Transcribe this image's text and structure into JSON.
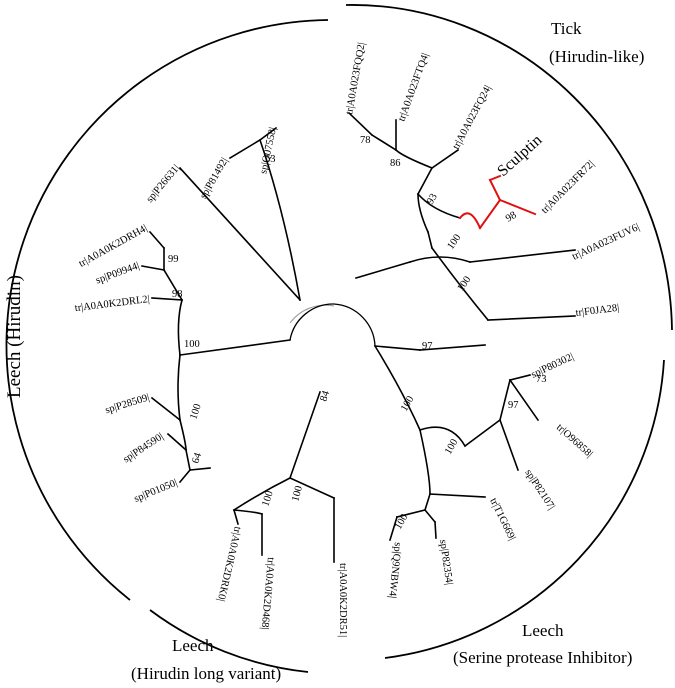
{
  "clades": {
    "tick_line1": "Tick",
    "tick_line2": "(Hirudin-like)",
    "hirudin": "Leech (Hirudin)",
    "long_line1": "Leech",
    "long_line2": "(Hirudin long variant)",
    "serine_line1": "Leech",
    "serine_line2": "(Serine protease Inhibitor)"
  },
  "highlight_label": "Sculptin",
  "leaves": [
    "tr|A0A023FQQ2|",
    "tr|A0A023FTQ4|",
    "tr|A0A023FQ24|",
    "tr|A0A023FR72|",
    "tr|A0A023FUV6|",
    "tr|F0JA28|",
    "sp|P80302|",
    "tr|O96858|",
    "sp|P82107|",
    "tr|T1G669|",
    "sp|P82354|",
    "sp|Q9NBW4|",
    "tr|A0A0K2DR51|",
    "tr|A0A0K2D468|",
    "tr|A0A0K2DRK0|",
    "sp|P01050|",
    "sp|P84590|",
    "sp|P28509|",
    "tr|A0A0K2DRL2|",
    "sp|P09944|",
    "tr|A0A0K2DRH4|",
    "sp|P26631|",
    "sp|P81492|",
    "sp|Q07558|"
  ],
  "bootstrap": [
    "78",
    "86",
    "93",
    "98",
    "100",
    "100",
    "97",
    "73",
    "97",
    "100",
    "100",
    "100",
    "100",
    "84",
    "99",
    "98",
    "100",
    "100",
    "64",
    "63",
    "100"
  ]
}
